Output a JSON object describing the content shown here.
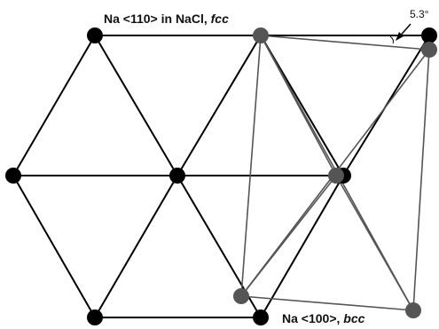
{
  "labels": {
    "fcc_prefix": "Na <110> in NaCl, ",
    "fcc_suffix": "fcc",
    "bcc_prefix": "Na <100>, ",
    "bcc_suffix": "bcc",
    "angle": "5.3°"
  },
  "colors": {
    "fcc_lattice": "#000000",
    "bcc_lattice": "#555555",
    "fcc_atom": "#000000",
    "bcc_atom": "#555555"
  }
}
